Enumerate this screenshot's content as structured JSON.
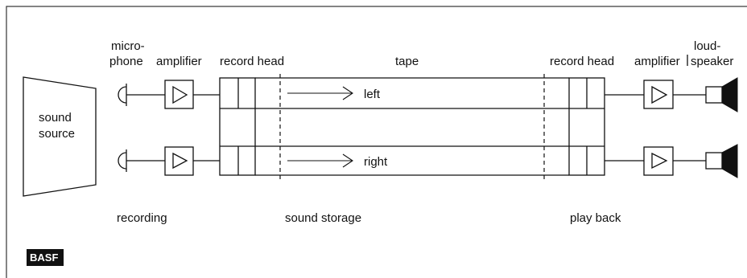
{
  "labels": {
    "microphone_1": "micro-",
    "microphone_2": "phone",
    "amplifier_rec": "amplifier",
    "record_head_rec": "record head",
    "tape": "tape",
    "record_head_play": "record head",
    "amplifier_play": "amplifier",
    "loudspeaker_1": "loud-",
    "loudspeaker_2": "speaker",
    "sound_source_1": "sound",
    "sound_source_2": "source",
    "track_left": "left",
    "track_right": "right",
    "section_recording": "recording",
    "section_storage": "sound storage",
    "section_playback": "play back",
    "logo": "BASF"
  },
  "icons": {
    "microphone": "microphone-icon",
    "amplifier": "amplifier-triangle-icon",
    "speaker": "loudspeaker-icon",
    "arrow": "arrow-right-icon"
  },
  "colors": {
    "ink": "#111111",
    "background": "#ffffff",
    "logo_background": "#111111",
    "logo_text": "#ffffff"
  }
}
